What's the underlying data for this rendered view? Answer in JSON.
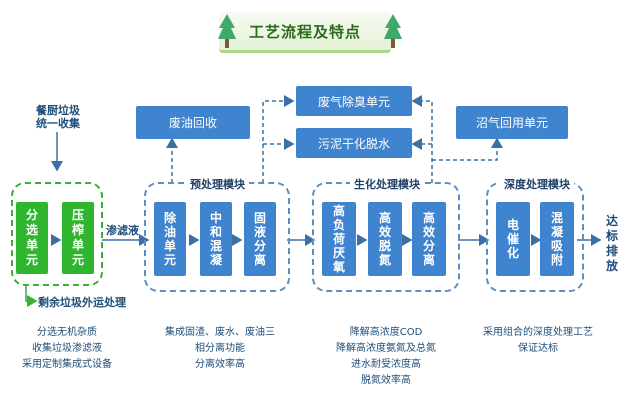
{
  "header": {
    "title": "工艺流程及特点"
  },
  "input": {
    "line1": "餐厨垃圾",
    "line2": "统一收集"
  },
  "sort_group": {
    "boxes": [
      "分选单元",
      "压榨单元"
    ]
  },
  "filtrate_label": "渗滤液",
  "residue_label": "剩余垃圾外运处理",
  "top_units": {
    "oil_recovery": "废油回收",
    "deodor": "废气除臭单元",
    "sludge": "污泥干化脱水",
    "biogas": "沼气回用单元"
  },
  "pre_module": {
    "title": "预处理模块",
    "boxes": [
      "除油单元",
      "中和混凝",
      "固液分离"
    ]
  },
  "bio_module": {
    "title": "生化处理模块",
    "boxes": [
      "高负荷厌氧",
      "高效脱氮",
      "高效分离"
    ]
  },
  "deep_module": {
    "title": "深度处理模块",
    "boxes": [
      "电催化",
      "混凝吸附"
    ]
  },
  "output": {
    "text": "达标排放"
  },
  "descriptions": {
    "col1": [
      "分选无机杂质",
      "收集垃圾渗滤液",
      "采用定制集成式设备"
    ],
    "col2": [
      "集成固渣、废水、废油三",
      "相分离功能",
      "分离效率高"
    ],
    "col3": [
      "降解高浓度COD",
      "降解高浓度氨氮及总氮",
      "进水耐受浓度高",
      "脱氮效率高"
    ],
    "col4": [
      "采用组合的深度处理工艺",
      "保证达标"
    ]
  },
  "colors": {
    "green": "#2fb62e",
    "blue": "#3f84ce",
    "line": "#3d6fa6",
    "dash_green": "#37b034",
    "dash_blue": "#5b8fc4"
  }
}
